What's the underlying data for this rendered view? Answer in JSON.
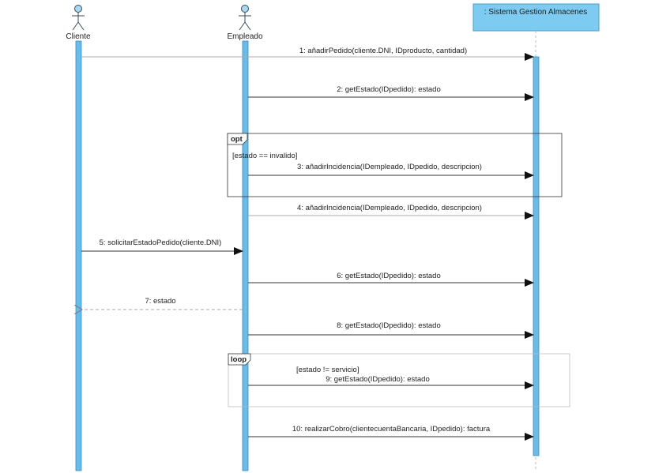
{
  "participants": {
    "cliente": "Cliente",
    "empleado": "Empleado",
    "sistema": ": Sistema Gestion Almacenes"
  },
  "messages": [
    "1: añadirPedido(cliente.DNI, IDproducto, cantidad)",
    "2: getEstado(IDpedido): estado",
    "3: añadirIncidencia(IDempleado, IDpedido, descripcion)",
    "4: añadirIncidencia(IDempleado, IDpedido, descripcion)",
    "5: solicitarEstadoPedido(cliente.DNI)",
    "6: getEstado(IDpedido): estado",
    "7: estado",
    "8: getEstado(IDpedido): estado",
    "9: getEstado(IDpedido): estado",
    "10: realizarCobro(clientecuentaBancaria, IDpedido): factura"
  ],
  "fragments": {
    "opt": {
      "tag": "opt",
      "guard": "[estado == invalido]"
    },
    "loop": {
      "tag": "loop",
      "guard": "[estado != servicio]"
    }
  },
  "colors": {
    "lifeline": "#69bbe8",
    "lifeline_stroke": "#3a8cc0",
    "actor_fill": "#a9d8f2",
    "system_box": "#7dcbf0",
    "line": "#333333",
    "dashed": "#aaaaaa"
  }
}
